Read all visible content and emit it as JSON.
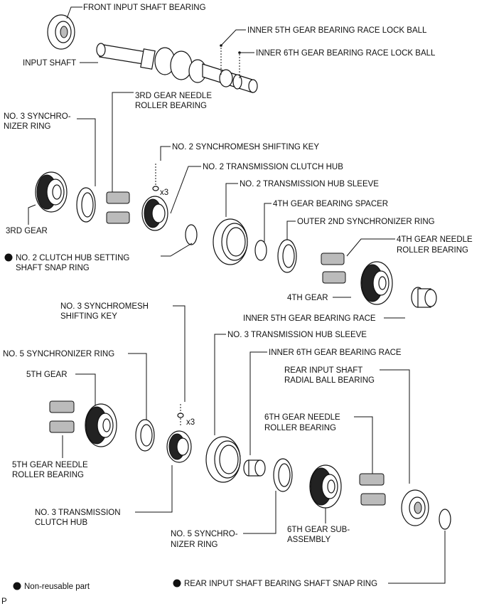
{
  "labels": {
    "front_input_shaft_bearing": "FRONT INPUT SHAFT BEARING",
    "inner_5th_lock_ball": "INNER 5TH GEAR BEARING RACE LOCK BALL",
    "inner_6th_lock_ball": "INNER 6TH GEAR BEARING RACE LOCK BALL",
    "input_shaft": "INPUT SHAFT",
    "third_needle_bearing_1": "3RD GEAR NEEDLE",
    "third_needle_bearing_2": "ROLLER BEARING",
    "no3_synchro_ring_1": "NO. 3 SYNCHRO-",
    "no3_synchro_ring_2": "NIZER RING",
    "no2_shifting_key": "NO. 2 SYNCHROMESH SHIFTING KEY",
    "no2_clutch_hub": "NO. 2 TRANSMISSION CLUTCH HUB",
    "qty_x3_a": "x3",
    "no2_hub_sleeve": "NO. 2 TRANSMISSION HUB SLEEVE",
    "fourth_spacer": "4TH GEAR BEARING SPACER",
    "outer_2nd_ring": "OUTER 2ND SYNCHRONIZER RING",
    "third_gear": "3RD GEAR",
    "fourth_needle_1": "4TH GEAR NEEDLE",
    "fourth_needle_2": "ROLLER BEARING",
    "no2_snap_ring_1": "NO. 2 CLUTCH HUB SETTING",
    "no2_snap_ring_2": "SHAFT SNAP RING",
    "fourth_gear": "4TH GEAR",
    "inner_5th_race": "INNER 5TH GEAR BEARING RACE",
    "no3_shifting_key_1": "NO. 3 SYNCHROMESH",
    "no3_shifting_key_2": "SHIFTING KEY",
    "no3_hub_sleeve": "NO. 3 TRANSMISSION HUB SLEEVE",
    "no5_ring_top": "NO. 5 SYNCHRONIZER RING",
    "inner_6th_race": "INNER 6TH GEAR BEARING RACE",
    "fifth_gear": "5TH GEAR",
    "rear_bearing_1": "REAR INPUT SHAFT",
    "rear_bearing_2": "RADIAL BALL BEARING",
    "qty_x3_b": "x3",
    "sixth_needle_1": "6TH GEAR NEEDLE",
    "sixth_needle_2": "ROLLER BEARING",
    "fifth_needle_1": "5TH GEAR NEEDLE",
    "fifth_needle_2": "ROLLER BEARING",
    "no3_clutch_hub_1": "NO. 3 TRANSMISSION",
    "no3_clutch_hub_2": "CLUTCH HUB",
    "sixth_gear_1": "6TH GEAR SUB-",
    "sixth_gear_2": "ASSEMBLY",
    "no5_ring_bottom_1": "NO. 5 SYNCHRO-",
    "no5_ring_bottom_2": "NIZER RING",
    "legend_non_reusable": "Non-reusable part",
    "rear_snap_ring": "REAR INPUT SHAFT BEARING SHAFT SNAP RING",
    "corner_mark": "P"
  }
}
